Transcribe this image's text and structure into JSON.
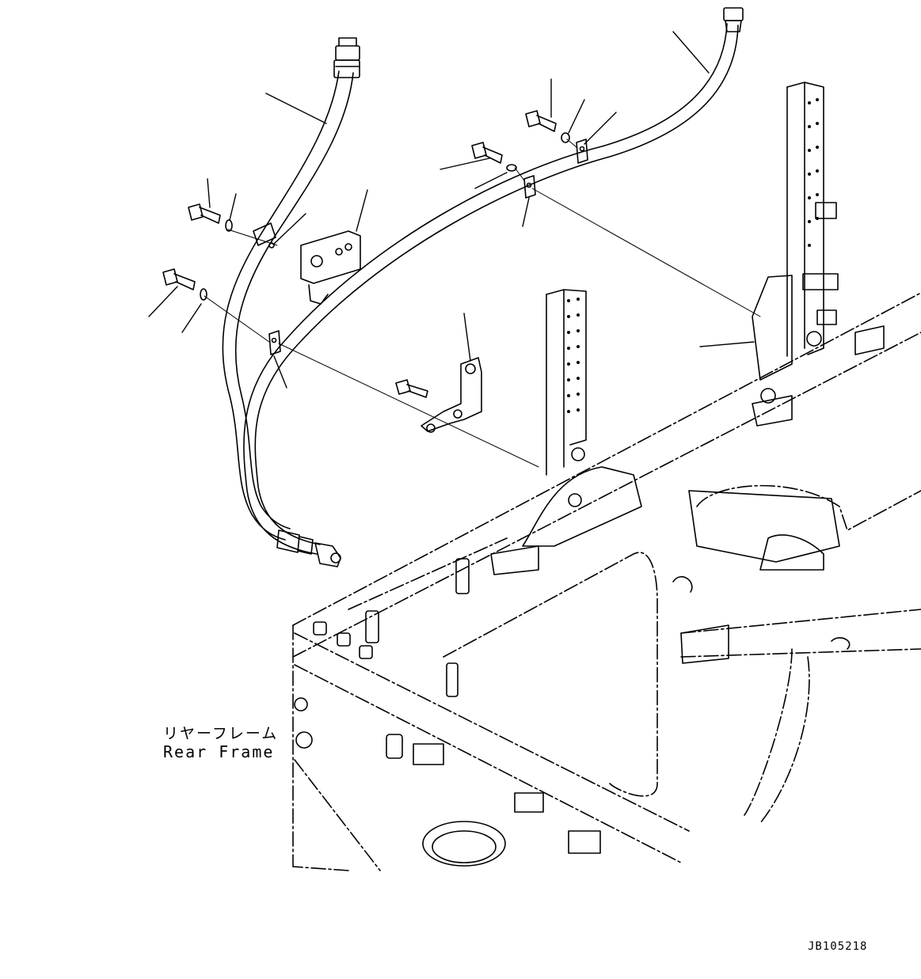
{
  "labels": {
    "rear_frame_jp": "リヤーフレーム",
    "rear_frame_en": "Rear Frame",
    "drawing_id": "JB105218"
  },
  "colors": {
    "line": "#000000",
    "background": "#ffffff"
  }
}
